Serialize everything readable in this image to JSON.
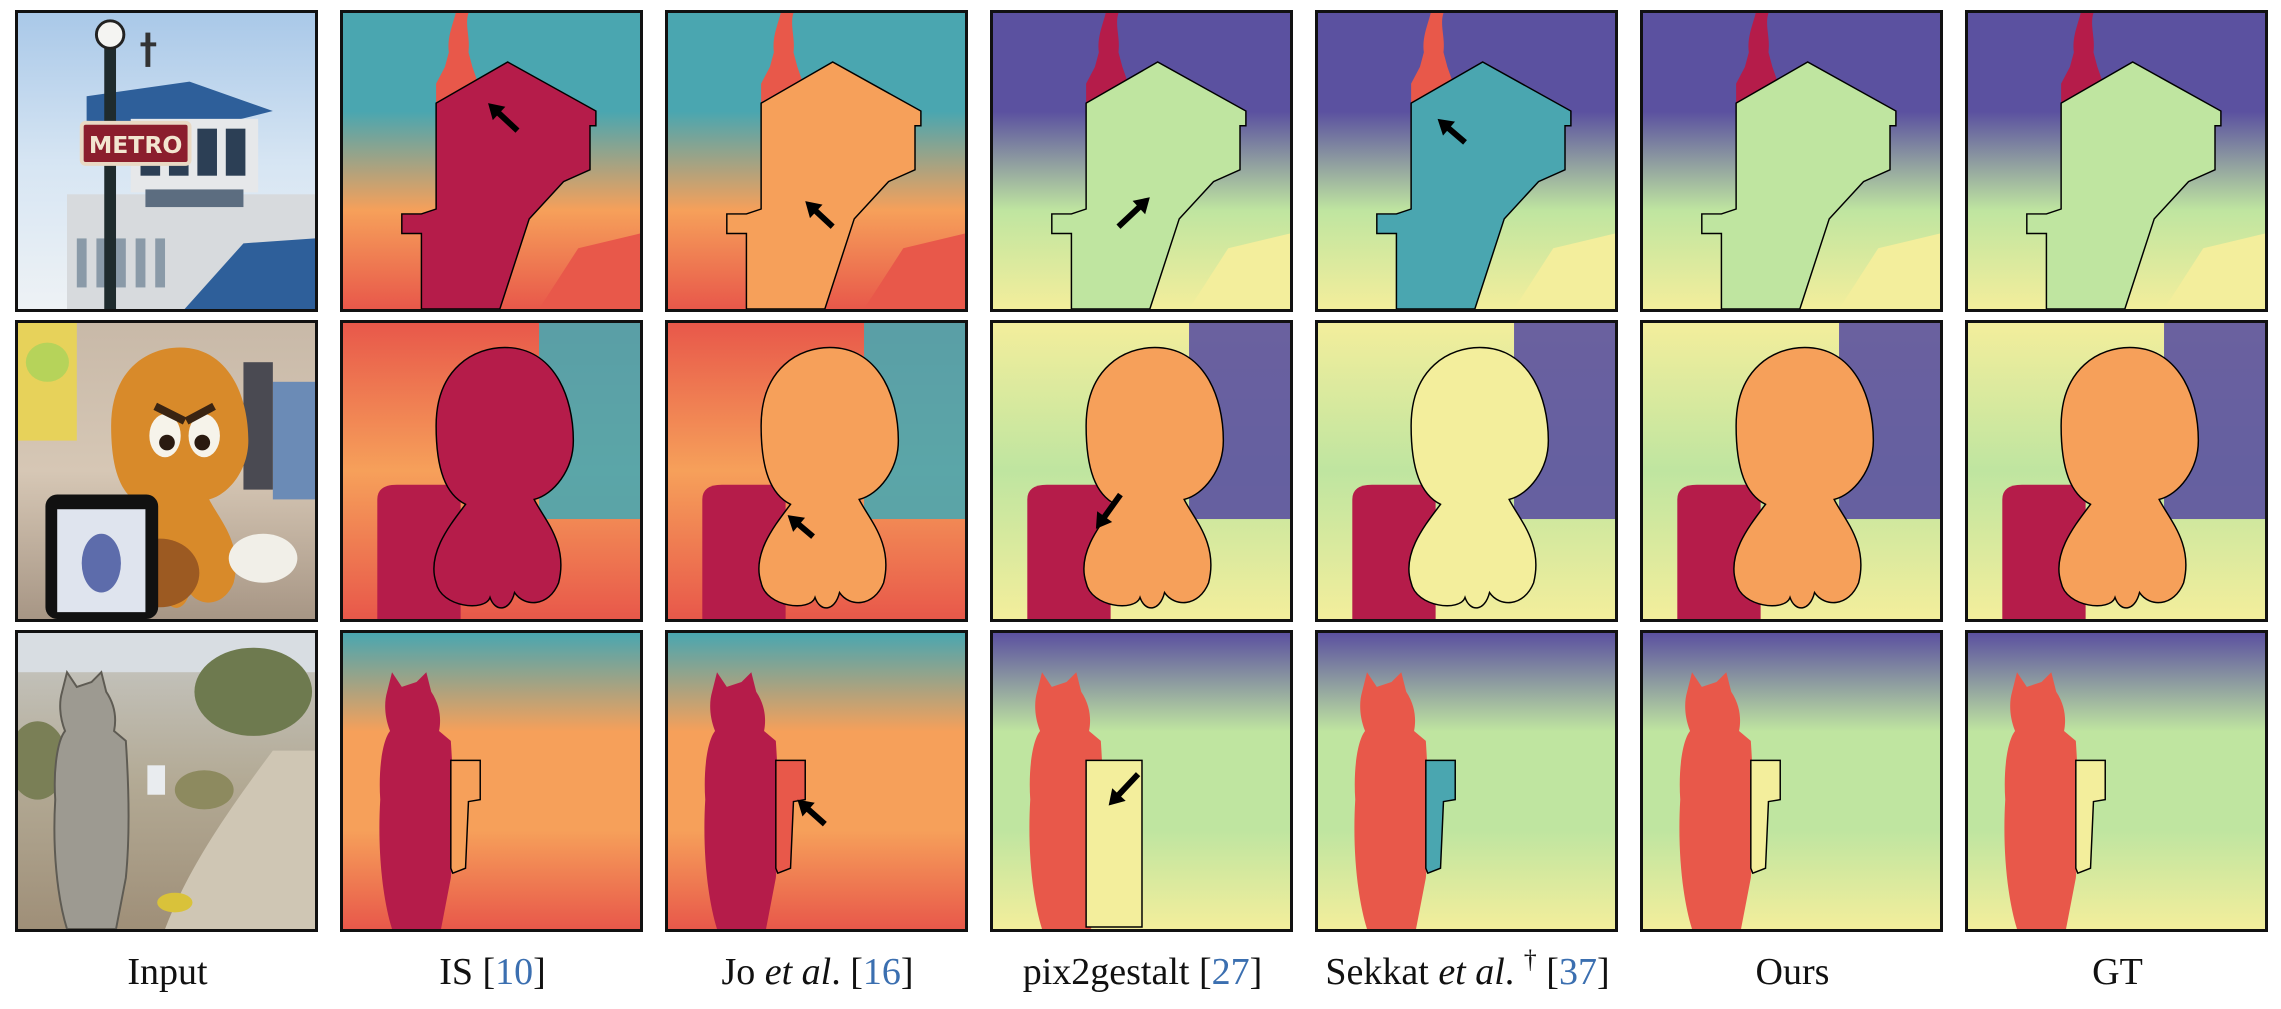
{
  "columns": [
    {
      "label": "Input"
    },
    {
      "label_pre": "IS ",
      "ref": "10"
    },
    {
      "label_pre": "Jo ",
      "label_em": "et al",
      "label_mid": ". ",
      "ref": "16"
    },
    {
      "label_pre": "pix2gestalt ",
      "ref": "27"
    },
    {
      "label_pre": "Sekkat ",
      "label_em": "et al",
      "label_mid": ". ",
      "dagger": "†",
      "ref": "37"
    },
    {
      "label": "Ours"
    },
    {
      "label": "GT"
    }
  ],
  "rows": [
    {
      "scene": "house-with-metro-sign",
      "sign_text": "METRO"
    },
    {
      "scene": "plush-toy"
    },
    {
      "scene": "stone-statue"
    }
  ],
  "colors": {
    "near": "#b51c4a",
    "mid_near": "#e8584a",
    "mid": "#f6a05a",
    "mid_far": "#f3ee9c",
    "far_light": "#bfe5a0",
    "far": "#4aa6b0",
    "farthest": "#5b51a0",
    "arrow": "#000000"
  }
}
